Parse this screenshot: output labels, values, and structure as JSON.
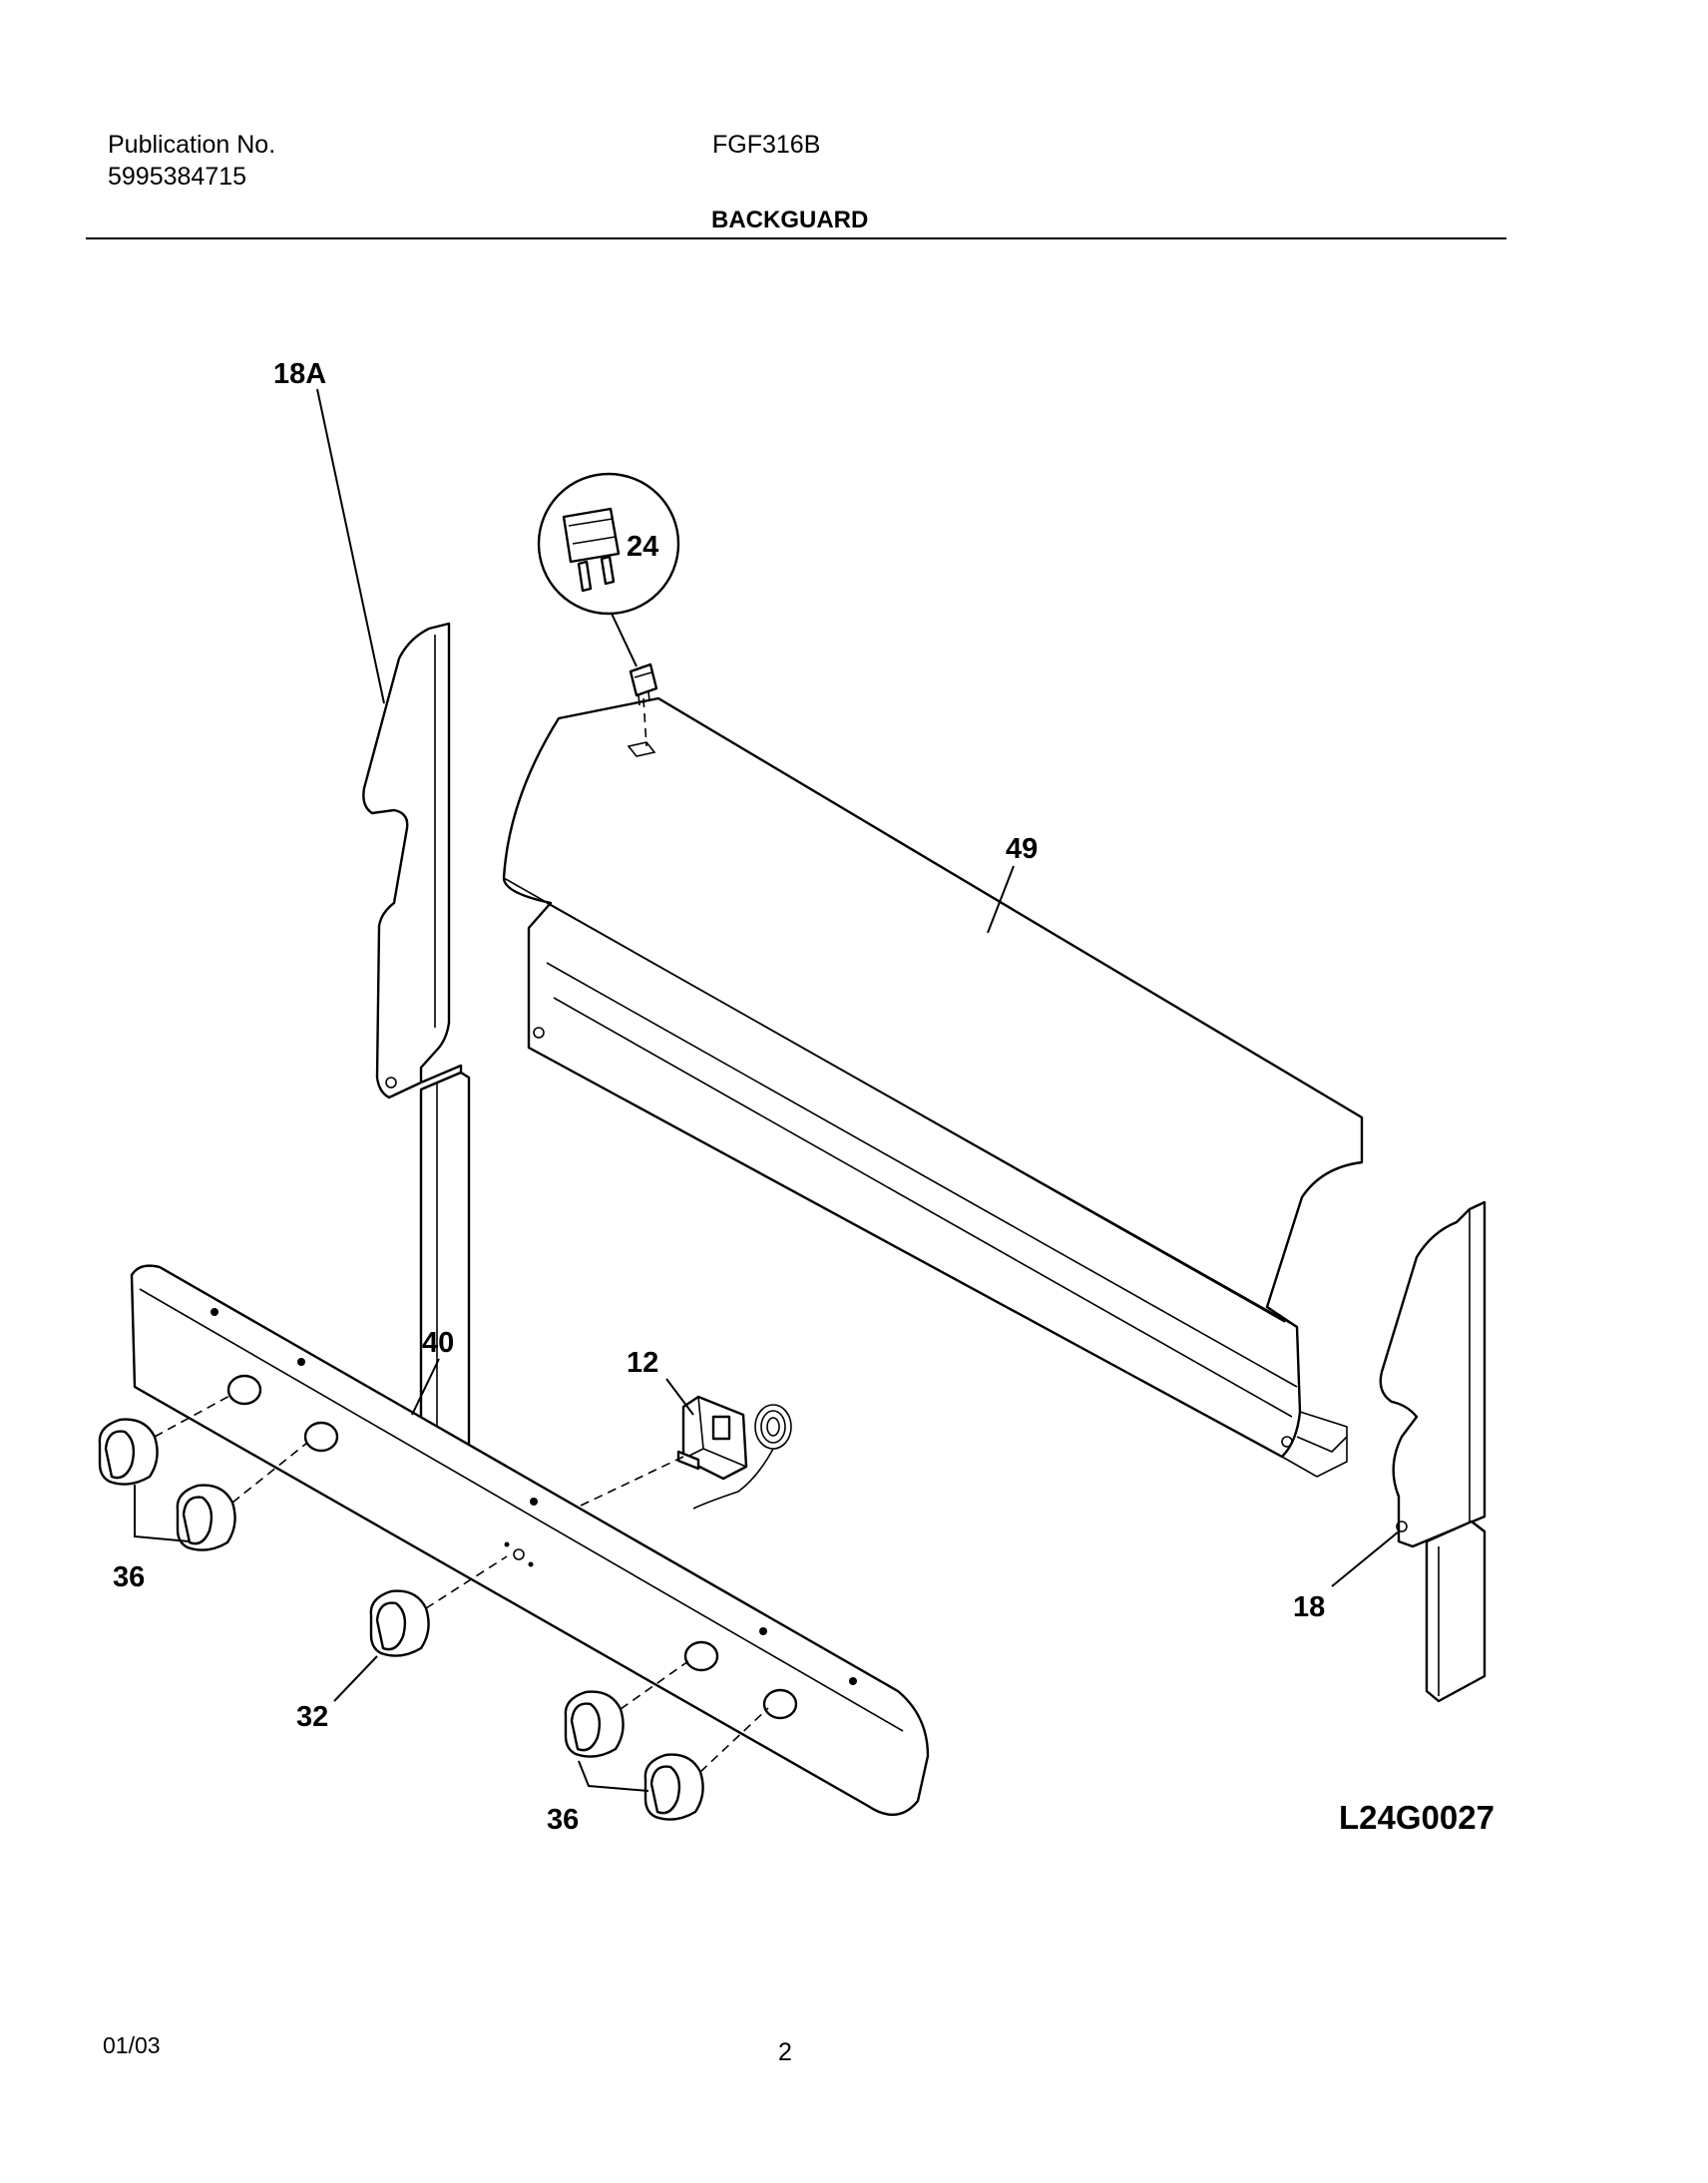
{
  "header": {
    "publication_label": "Publication No.",
    "publication_number": "5995384715",
    "model": "FGF316B",
    "section_title": "BACKGUARD"
  },
  "callouts": {
    "switch": "24",
    "end_cap_left": "18A",
    "backguard_panel": "49",
    "control_panel": "40",
    "thermostat": "12",
    "knobs_left": "36",
    "knob_center": "32",
    "knobs_right": "36",
    "end_cap_right": "18"
  },
  "diagram_code": "L24G0027",
  "footer": {
    "date": "01/03",
    "page": "2"
  }
}
